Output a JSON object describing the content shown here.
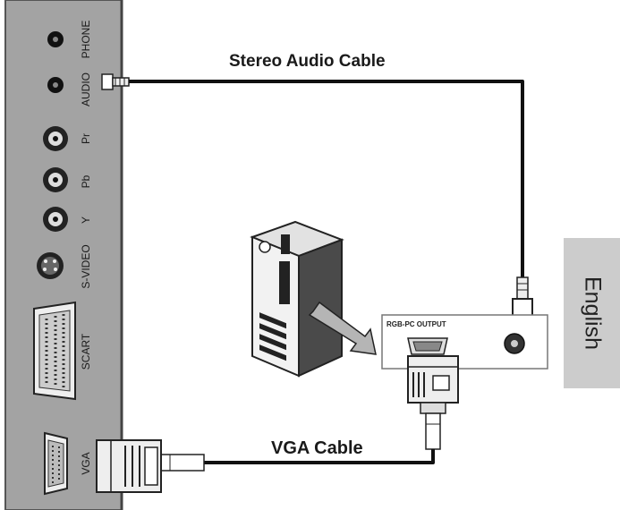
{
  "panel_ports": {
    "phone": "PHONE",
    "audio": "AUDIO",
    "pr": "Pr",
    "pb": "Pb",
    "y": "Y",
    "svideo": "S-VIDEO",
    "scart": "SCART",
    "vga": "VGA"
  },
  "cables": {
    "stereo_audio": "Stereo Audio Cable",
    "vga": "VGA Cable"
  },
  "pc": {
    "output_label": "RGB-PC OUTPUT"
  },
  "language_tab": "English",
  "colors": {
    "panel": "#a3a3a3",
    "panel_edge": "#555555",
    "cable": "#111111",
    "language_tab": "#cccccc"
  }
}
